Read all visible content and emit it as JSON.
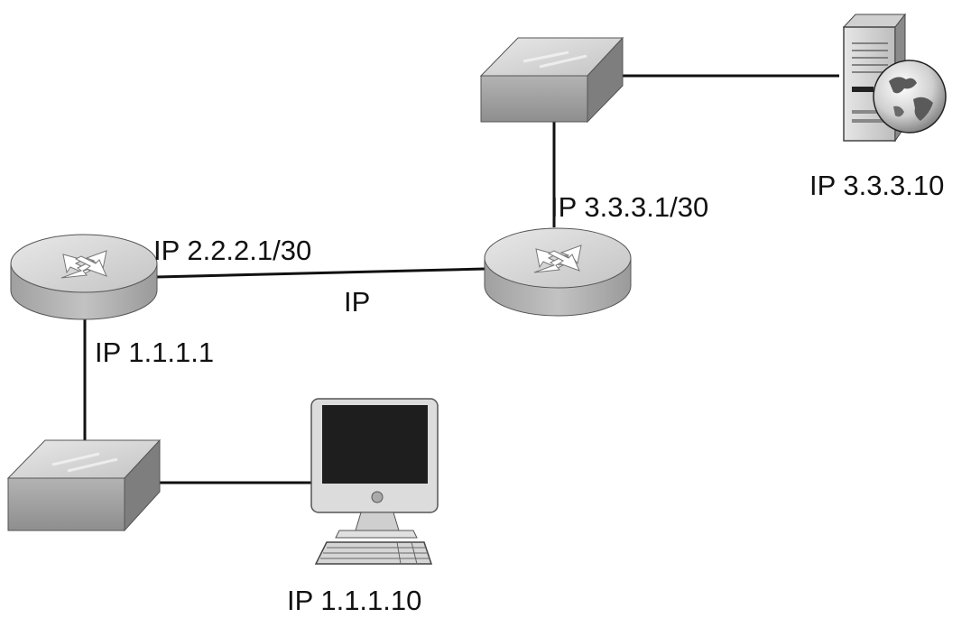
{
  "diagram": {
    "labels": {
      "router_left_ip": "IP 2.2.2.1/30",
      "link_label": "IP",
      "router_left_lan_ip": "IP 1.1.1.1",
      "router_right_ip": "IP 3.3.3.1/30",
      "server_ip": "IP 3.3.3.10",
      "workstation_ip": "IP 1.1.1.10"
    },
    "nodes": [
      {
        "id": "router-left",
        "kind": "router-icon"
      },
      {
        "id": "router-right",
        "kind": "router-icon"
      },
      {
        "id": "switch-top",
        "kind": "switch-icon"
      },
      {
        "id": "switch-bottom",
        "kind": "switch-icon"
      },
      {
        "id": "web-server",
        "kind": "web-server-icon"
      },
      {
        "id": "workstation",
        "kind": "desktop-computer-icon"
      }
    ],
    "colors": {
      "line": "#111111",
      "device_top": "#d6d6d6",
      "device_side": "#9e9e9e",
      "screen": "#1e1e1e"
    }
  }
}
